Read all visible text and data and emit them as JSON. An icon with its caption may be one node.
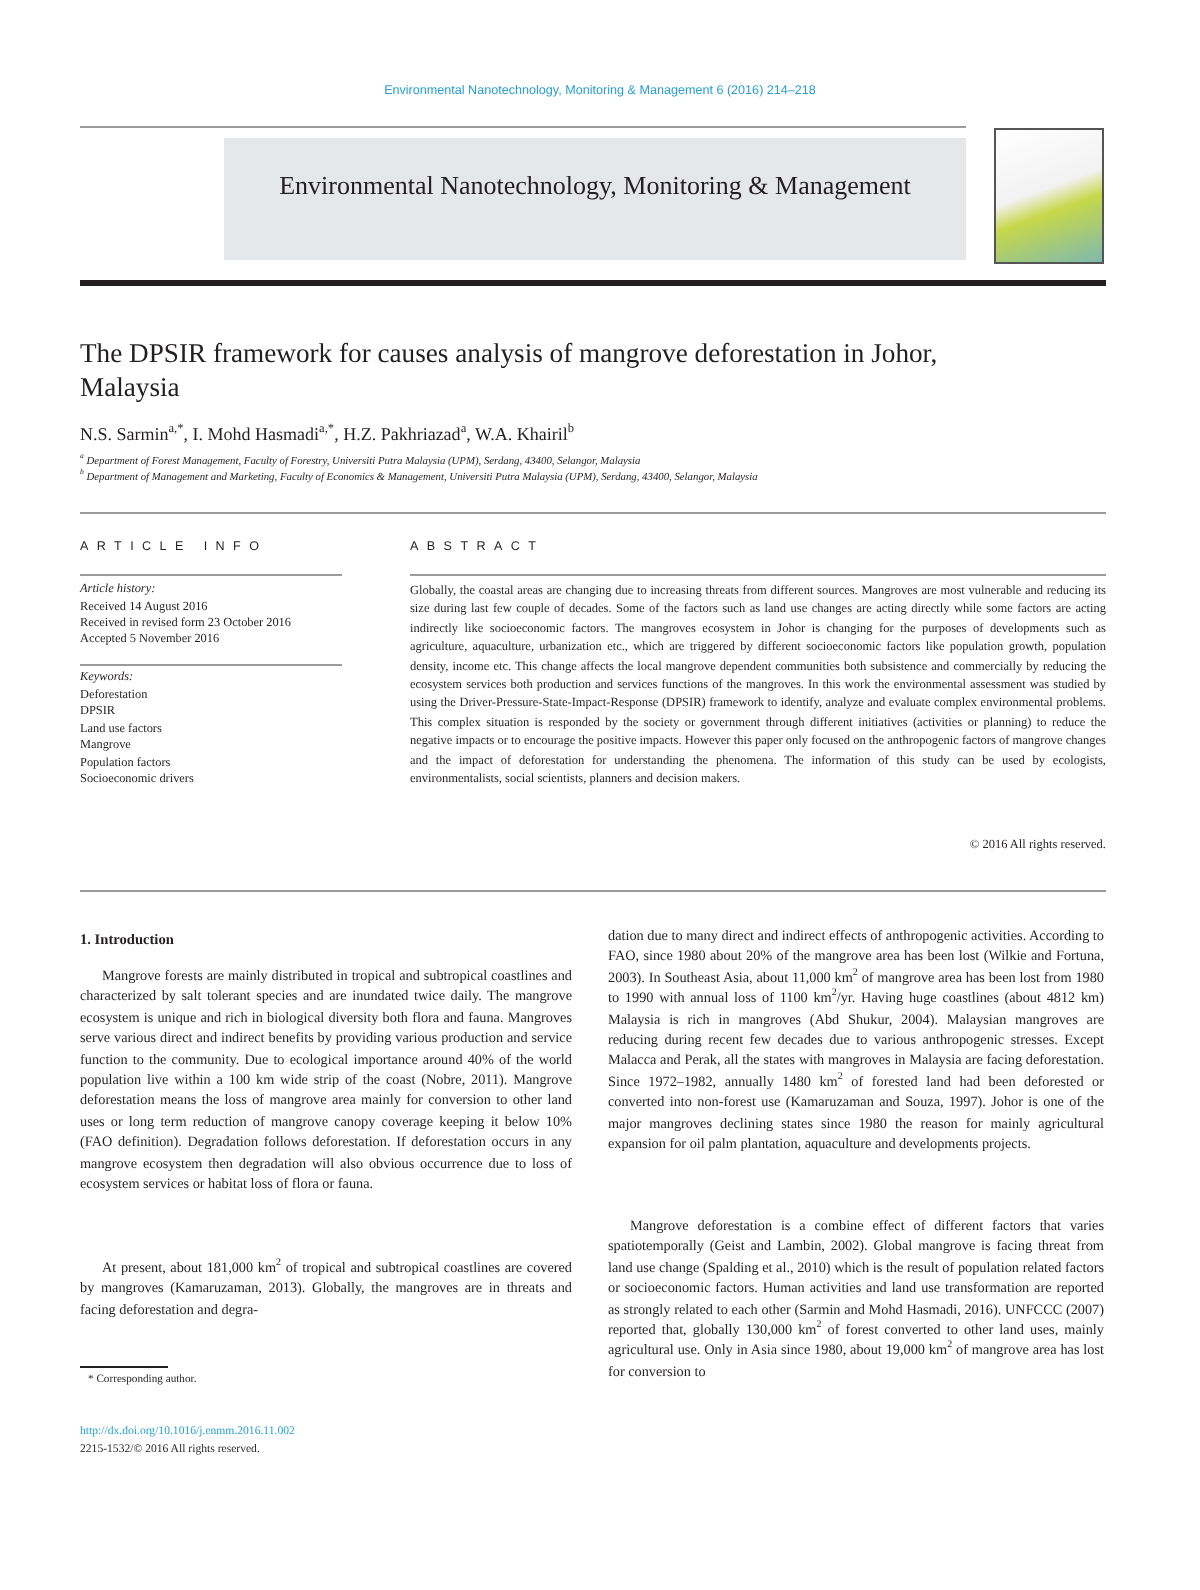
{
  "diagram": {
    "title": "The DPSIR framework for causes analysis of mangrove deforestation in Johor, Malaysia",
    "labels": [
      "Environmental Nanotechnology, Monitoring & Management 6 (2016) 214–218",
      "Environmental Nanotechnology, Monitoring & Management",
      "N.S. Sarmin$^{a,*}$, I. Mohd Hasmadi$^{a,*}$, H.Z. Pakhriazad$^{a}$, W.A. Khairil$^{b}$",
      "$^{a}$ Department of Forest Management, Faculty of Forestry, Universiti Putra Malaysia (UPM), Serdang, 43400, Selangor, Malaysia",
      "$^{b}$ Department of Management and Marketing, Faculty of Economics & Management, Universiti Putra Malaysia (UPM), Serdang, 43400, Selangor, Malaysia",
      "ARTICLE INFO",
      "ABSTRACT",
      "Article history:",
      "Received 14 August 2016",
      "Received in revised form 23 October 2016",
      "Accepted 5 November 2016",
      "Keywords:",
      "Deforestation",
      "DPSIR",
      "Land use factors",
      "Mangrove",
      "Population factors",
      "Socioeconomic drivers",
      "Globally, the coastal areas are changing due to increasing threats from different sources. Mangroves are most vulnerable and reducing its size during last few couple of decades. Some of the factors such as land use changes are acting directly while some factors are acting indirectly like socioeconomic factors. The mangroves ecosystem in Johor is changing for the purposes of developments such as agriculture, aquaculture, urbanization etc., which are triggered by different socioeconomic factors like population growth, population density, income etc. This change affects the local mangrove dependent communities both subsistence and commercially by reducing the ecosystem services both production and services functions of the mangroves. In this work the environmental assessment was studied by using the Driver-Pressure-State-Impact-Response (DPSIR) framework to identify, analyze and evaluate complex environmental problems. This complex situation is responded by the society or government through different initiatives (activities or planning) to reduce the negative impacts or to encourage the positive impacts. However this paper only focused on the anthropogenic factors of mangrove changes and the impact of deforestation for understanding the phenomena. The information of this study can be used by ecologists, environmentalists, social scientists, planners and decision makers.",
      "© 2016 All rights reserved.",
      "1. Introduction",
      "Mangrove forests are mainly distributed in tropical and subtropical coastlines and characterized by salt tolerant species and are inundated twice daily. The mangrove ecosystem is unique and rich in biological diversity both flora and fauna. Mangroves serve various direct and indirect benefits by providing various production and service function to the community. Due to ecological importance around 40% of the world population live within a 100 km wide strip of the coast (Nobre, 2011). Mangrove deforestation means the loss of mangrove area mainly for conversion to other land uses or long term reduction of mangrove canopy coverage keeping it below 10% (FAO definition). Degradation follows deforestation. If deforestation occurs in any mangrove ecosystem then degradation will also obvious occurrence due to loss of ecosystem services or habitat loss of flora or fauna.",
      "At present, about 181,000 km$^{2}$ of tropical and subtropical coastlines are covered by mangroves (Kamaruzaman, 2013). Globally, the mangroves are in threats and facing deforestation and degra-",
      "dation due to many direct and indirect effects of anthropogenic activities. According to FAO, since 1980 about 20% of the mangrove area has been lost (Wilkie and Fortuna, 2003). In Southeast Asia, about 11,000 km$^{2}$ of mangrove area has been lost from 1980 to 1990 with annual loss of 1100 km$^{2}$/yr. Having huge coastlines (about 4812 km) Malaysia is rich in mangroves (Abd Shukur, 2004). Malaysian mangroves are reducing during recent few decades due to various anthropogenic stresses. Except Malacca and Perak, all the states with mangroves in Malaysia are facing deforestation. Since 1972–1982, annually 1480 km$^{2}$ of forested land had been deforested or converted into non-forest use (Kamaruzaman and Souza, 1997). Johor is one of the major mangroves declining states since 1980 the reason for mainly agricultural expansion for oil palm plantation, aquaculture and developments projects.",
      "Mangrove deforestation is a combine effect of different factors that varies spatiotemporally (Geist and Lambin, 2002). Global mangrove is facing threat from land use change (Spalding et al., 2010) which is the result of population related factors or socioeconomic factors. Human activities and land use transformation are reported as strongly related to each other (Sarmin and Mohd Hasmadi, 2016). UNFCCC (2007) reported that, globally 130,000 km$^{2}$ of forest converted to other land uses, mainly agricultural use. Only in Asia since 1980, about 19,000 km$^{2}$ of mangrove area has lost for conversion to",
      "* Corresponding author.",
      "http://dx.doi.org/10.1016/j.enmm.2016.11.002",
      "2215-1532/© 2016 All rights reserved."
    ]
  }
}
